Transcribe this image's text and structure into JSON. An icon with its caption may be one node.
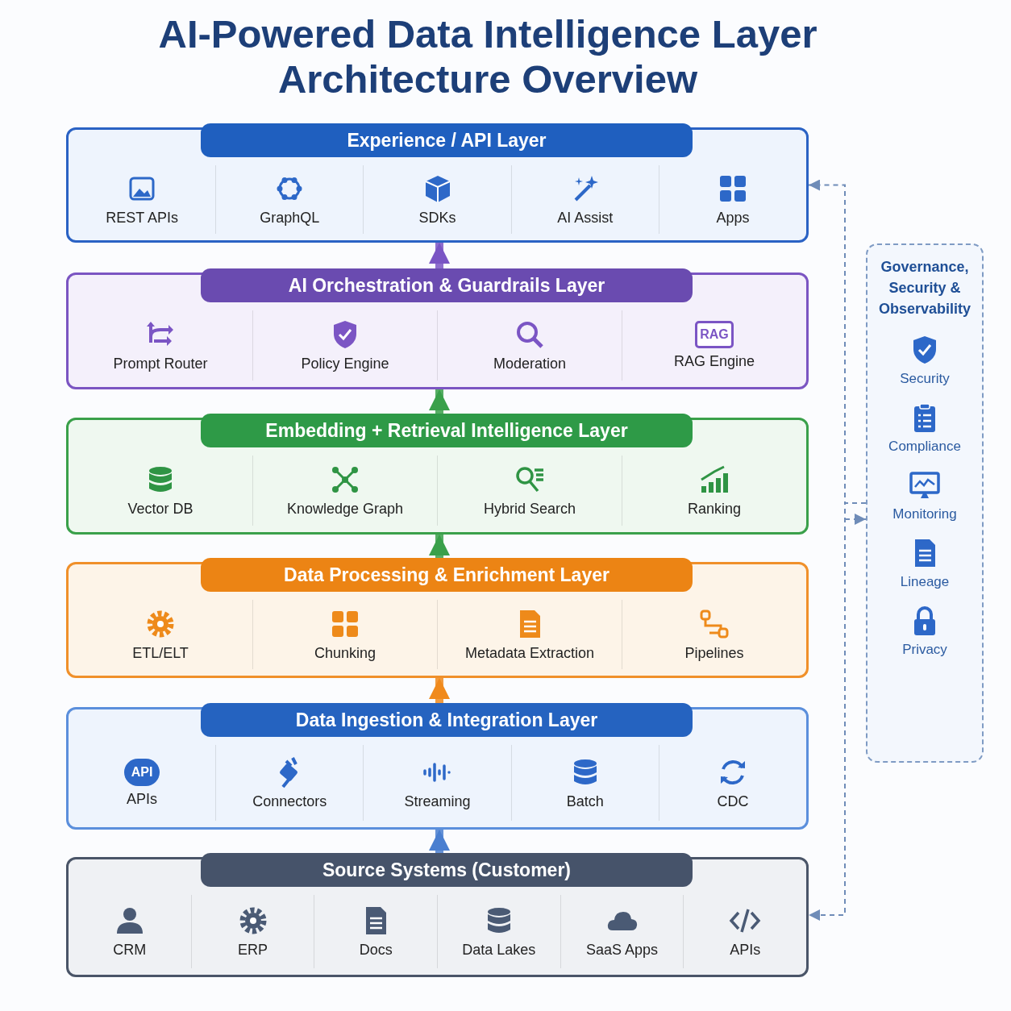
{
  "diagram": {
    "title": "AI-Powered Data Intelligence Layer Architecture Overview",
    "nodes": [
      {
        "text": [
          "Experience / API Layer",
          "REST APIs",
          "GraphQL",
          "SDKs",
          "AI Assist",
          "Apps"
        ]
      },
      {
        "text": [
          "AI Orchestration & Guardrails Layer",
          "Prompt Router",
          "Policy Engine",
          "Moderation",
          "RAG Engine"
        ]
      },
      {
        "text": [
          "Embedding + Retrieval Intelligence Layer",
          "Vector DB",
          "Knowledge Graph",
          "Hybrid Search",
          "Ranking"
        ]
      },
      {
        "text": [
          "Data Processing & Enrichment Layer",
          "ETL/ELT",
          "Chunking",
          "Metadata Extraction",
          "Pipelines"
        ]
      },
      {
        "text": [
          "Data Ingestion & Integration Layer",
          "APIs",
          "Connectors",
          "Streaming",
          "Batch",
          "CDC"
        ]
      },
      {
        "text": [
          "Source Systems (Customer)",
          "CRM",
          "ERP",
          "Docs",
          "Data Lakes",
          "SaaS Apps",
          "APIs"
        ]
      },
      {
        "text": [
          "Governance, Security & Observability",
          "Security",
          "Compliance",
          "Monitoring",
          "Lineage",
          "Privacy"
        ]
      }
    ],
    "edges": [
      {
        "from": 5,
        "to": 4,
        "arrow": "to",
        "color": "#4a7fd0"
      },
      {
        "from": 4,
        "to": 3,
        "arrow": "to",
        "color": "#f08a1c"
      },
      {
        "from": 3,
        "to": 2,
        "arrow": "to",
        "color": "#3aa04a"
      },
      {
        "from": 2,
        "to": 1,
        "arrow": "to",
        "color": "#3aa04a"
      },
      {
        "from": 1,
        "to": 0,
        "arrow": "to",
        "color": "#7a55c4"
      },
      {
        "from": 6,
        "to": 0,
        "arrow": "to",
        "style": "dashed",
        "color": "#6f8cb8"
      },
      {
        "from": 6,
        "to": 5,
        "arrow": "to",
        "style": "dashed",
        "color": "#6f8cb8"
      },
      {
        "from": null,
        "to": 6,
        "arrow": "to",
        "style": "dashed",
        "color": "#6f8cb8"
      }
    ],
    "labels": [
      "RAG",
      "API"
    ]
  }
}
